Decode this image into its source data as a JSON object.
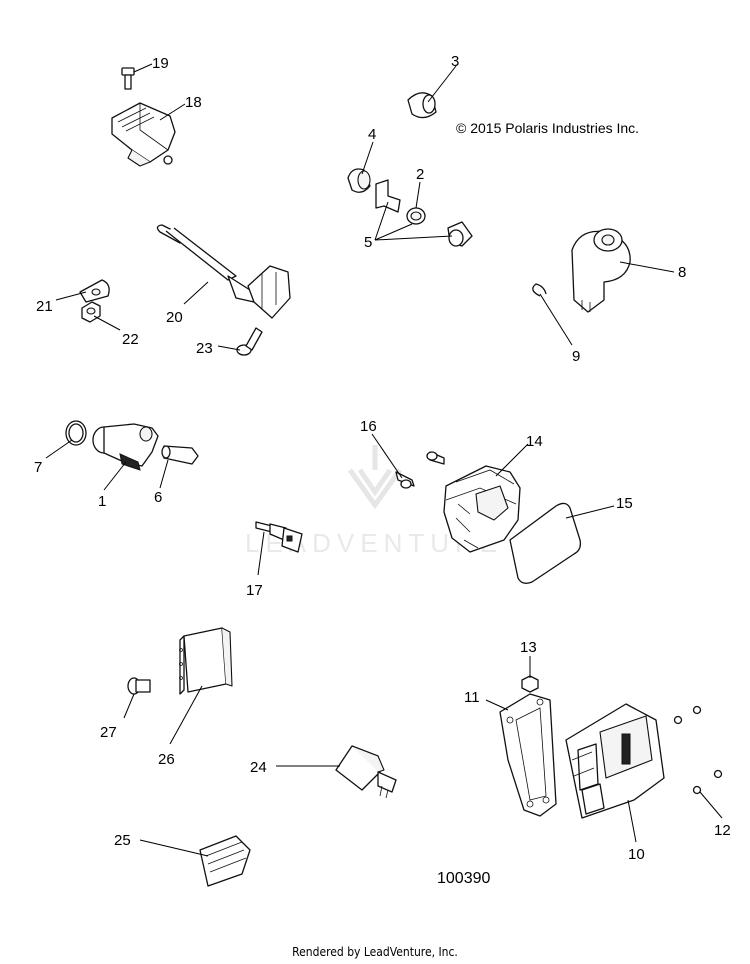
{
  "copyright": "© 2015 Polaris Industries Inc.",
  "figure_id": "100390",
  "footer": "Rendered by LeadVenture, Inc.",
  "watermark": "LEADVENTURE",
  "callouts": {
    "c1": "1",
    "c2": "2",
    "c3": "3",
    "c4": "4",
    "c5": "5",
    "c6": "6",
    "c7": "7",
    "c8": "8",
    "c9": "9",
    "c10": "10",
    "c11": "11",
    "c12": "12",
    "c13": "13",
    "c14": "14",
    "c15": "15",
    "c16": "16",
    "c17": "17",
    "c18": "18",
    "c19": "19",
    "c20": "20",
    "c21": "21",
    "c22": "22",
    "c23": "23",
    "c24": "24",
    "c25": "25",
    "c26": "26",
    "c27": "27"
  }
}
